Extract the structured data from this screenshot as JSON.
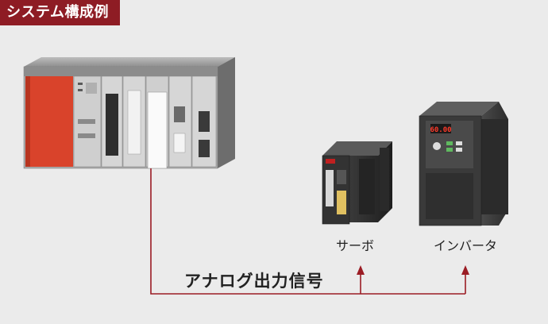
{
  "header": {
    "title": "システム構成例"
  },
  "devices": {
    "servo_label": "サーボ",
    "inverter_label": "インバータ",
    "inverter_display": "60.00"
  },
  "signal": {
    "label": "アナログ出力信号"
  },
  "colors": {
    "header_bg": "#8e1c24",
    "wire": "#9b1c24",
    "background": "#ebebeb",
    "plc_cpu": "#d9432b"
  }
}
